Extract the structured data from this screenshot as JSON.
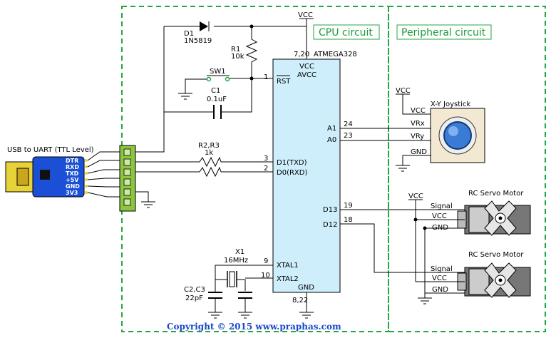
{
  "sections": {
    "cpu": "CPU circuit",
    "peripheral": "Peripheral circuit"
  },
  "usb": {
    "label": "USB to UART (TTL Level)",
    "pins": [
      "DTR",
      "RXD",
      "TXD",
      "+5V",
      "GND",
      "3V3"
    ]
  },
  "mcu": {
    "name": "ATMEGA328",
    "vcc_pin_numbers": "7,20",
    "gnd_pin_numbers": "8,22",
    "pins_left": [
      {
        "number": "1",
        "label": "RST"
      },
      {
        "number": "3",
        "label": "D1(TXD)"
      },
      {
        "number": "2",
        "label": "D0(RXD)"
      },
      {
        "number": "9",
        "label": "XTAL1"
      },
      {
        "number": "10",
        "label": "XTAL2"
      }
    ],
    "pins_right": [
      {
        "number": "24",
        "label": "A1"
      },
      {
        "number": "23",
        "label": "A0"
      },
      {
        "number": "19",
        "label": "D13"
      },
      {
        "number": "18",
        "label": "D12"
      }
    ],
    "top_labels": [
      "VCC",
      "AVCC"
    ],
    "bottom_label": "GND"
  },
  "components": {
    "d1_ref": "D1",
    "d1_value": "1N5819",
    "r1_ref": "R1",
    "r1_value": "10k",
    "sw1_ref": "SW1",
    "c1_ref": "C1",
    "c1_value": "0.1uF",
    "r23_ref": "R2,R3",
    "r23_value": "1k",
    "x1_ref": "X1",
    "x1_value": "16MHz",
    "c23_ref": "C2,C3",
    "c23_value": "22pF"
  },
  "power_labels": {
    "vcc_top": "VCC",
    "vcc_joystick": "VCC",
    "vcc_servo": "VCC"
  },
  "joystick": {
    "title": "X-Y Joystick",
    "pins": [
      "VCC",
      "VRx",
      "VRy",
      "GND"
    ]
  },
  "servos": [
    {
      "title": "RC Servo Motor",
      "pins": [
        "Signal",
        "VCC",
        "GND"
      ]
    },
    {
      "title": "RC Servo Motor",
      "pins": [
        "Signal",
        "VCC",
        "GND"
      ]
    }
  ],
  "copyright": "Copyright © 2015 www.praphas.com",
  "colors": {
    "section_border": "#1fa842",
    "mcu_fill": "#cdeefa",
    "usb_body": "#1a4fd6",
    "usb_plug": "#e8d23a",
    "connector": "#8cc63f",
    "copyright": "#1a48c8"
  }
}
